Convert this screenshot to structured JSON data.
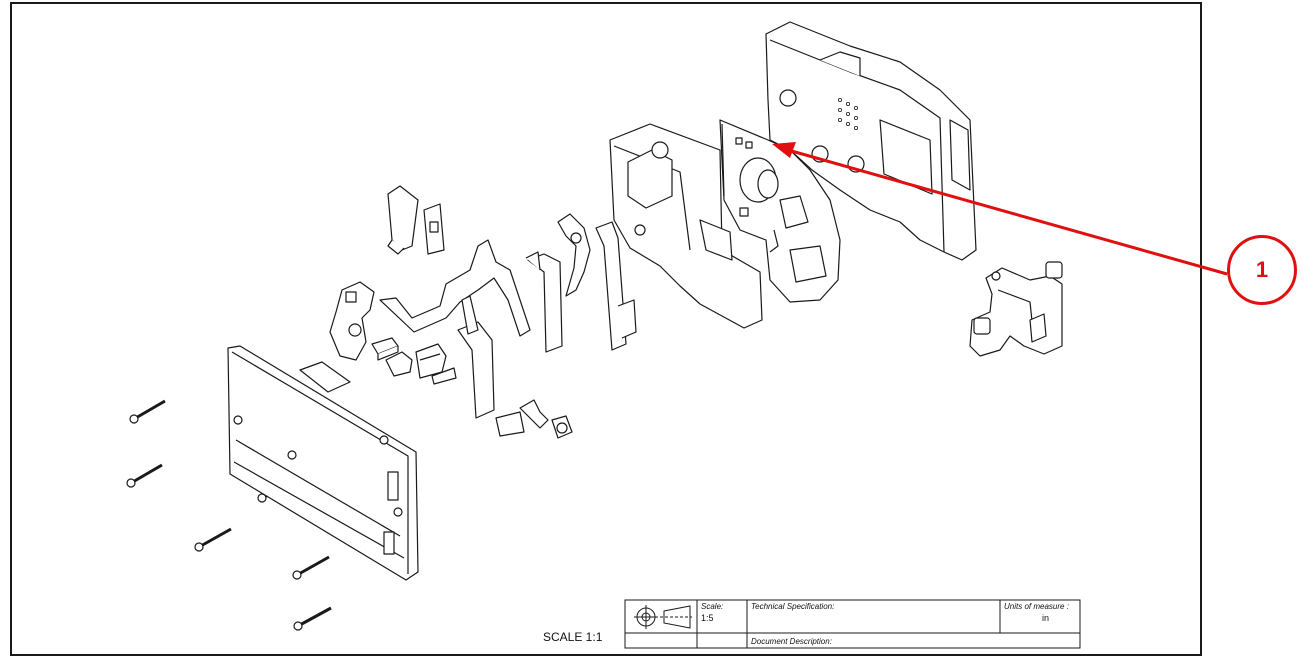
{
  "drawing": {
    "scale_note": "SCALE 1:1"
  },
  "title_block": {
    "scale_label": "Scale:",
    "scale_value": "1:5",
    "technical_spec_label": "Technical Specification:",
    "units_label": "Units of measure :",
    "units_value": "in",
    "doc_desc_label": "Document Description:"
  },
  "callout": {
    "number": "1",
    "color": "#e01010"
  },
  "colors": {
    "line": "#1a1a1a",
    "fill": "#ffffff",
    "accent": "#e01010"
  }
}
